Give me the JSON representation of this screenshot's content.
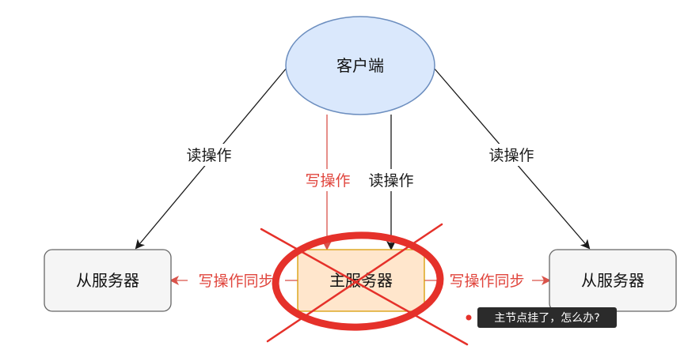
{
  "nodes": {
    "client": "客户端",
    "slave_left": "从服务器",
    "master": "主服务器",
    "slave_right": "从服务器"
  },
  "edges": {
    "read_left": "读操作",
    "write_center": "写操作",
    "read_center": "读操作",
    "read_right": "读操作",
    "sync_left": "写操作同步",
    "sync_right": "写操作同步"
  },
  "annotation": {
    "tooltip": "主节点挂了，怎么办?"
  },
  "colors": {
    "client_fill": "#dae8fc",
    "client_stroke": "#6c8ebf",
    "slave_fill": "#f5f5f5",
    "slave_stroke": "#666666",
    "master_fill": "#ffe6cc",
    "master_stroke": "#d79b00",
    "write_red": "#e0453d",
    "strike_red": "#e5312a",
    "tooltip_bg": "#2b2b2b"
  }
}
